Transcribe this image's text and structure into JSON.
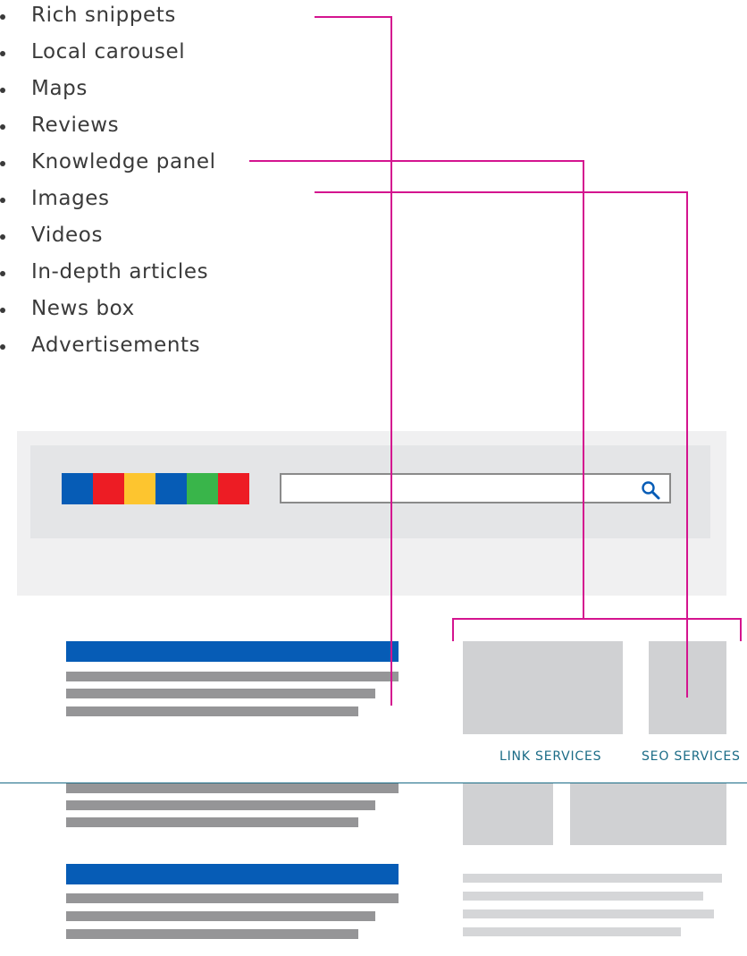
{
  "feature_list": {
    "items": [
      "Rich snippets",
      "Local carousel",
      "Maps",
      "Reviews",
      "Knowledge panel",
      "Images",
      "Videos",
      "In-depth articles",
      "News box",
      "Advertisements"
    ]
  },
  "logo": {
    "colors": [
      "#065cb6",
      "#ed1c24",
      "#fdc52f",
      "#065cb6",
      "#39b54a",
      "#ed1c24"
    ]
  },
  "search": {
    "value": "",
    "icon": "magnifier-icon"
  },
  "knowledge_panel": {
    "link_services_label": "LINK SERVICES",
    "seo_services_label": "SEO SERVICES"
  },
  "colors": {
    "connector": "#d4148f",
    "result_title": "#065cb6",
    "result_text": "#959597",
    "panel_image": "#d0d1d3",
    "label_text": "#1a6b86"
  }
}
